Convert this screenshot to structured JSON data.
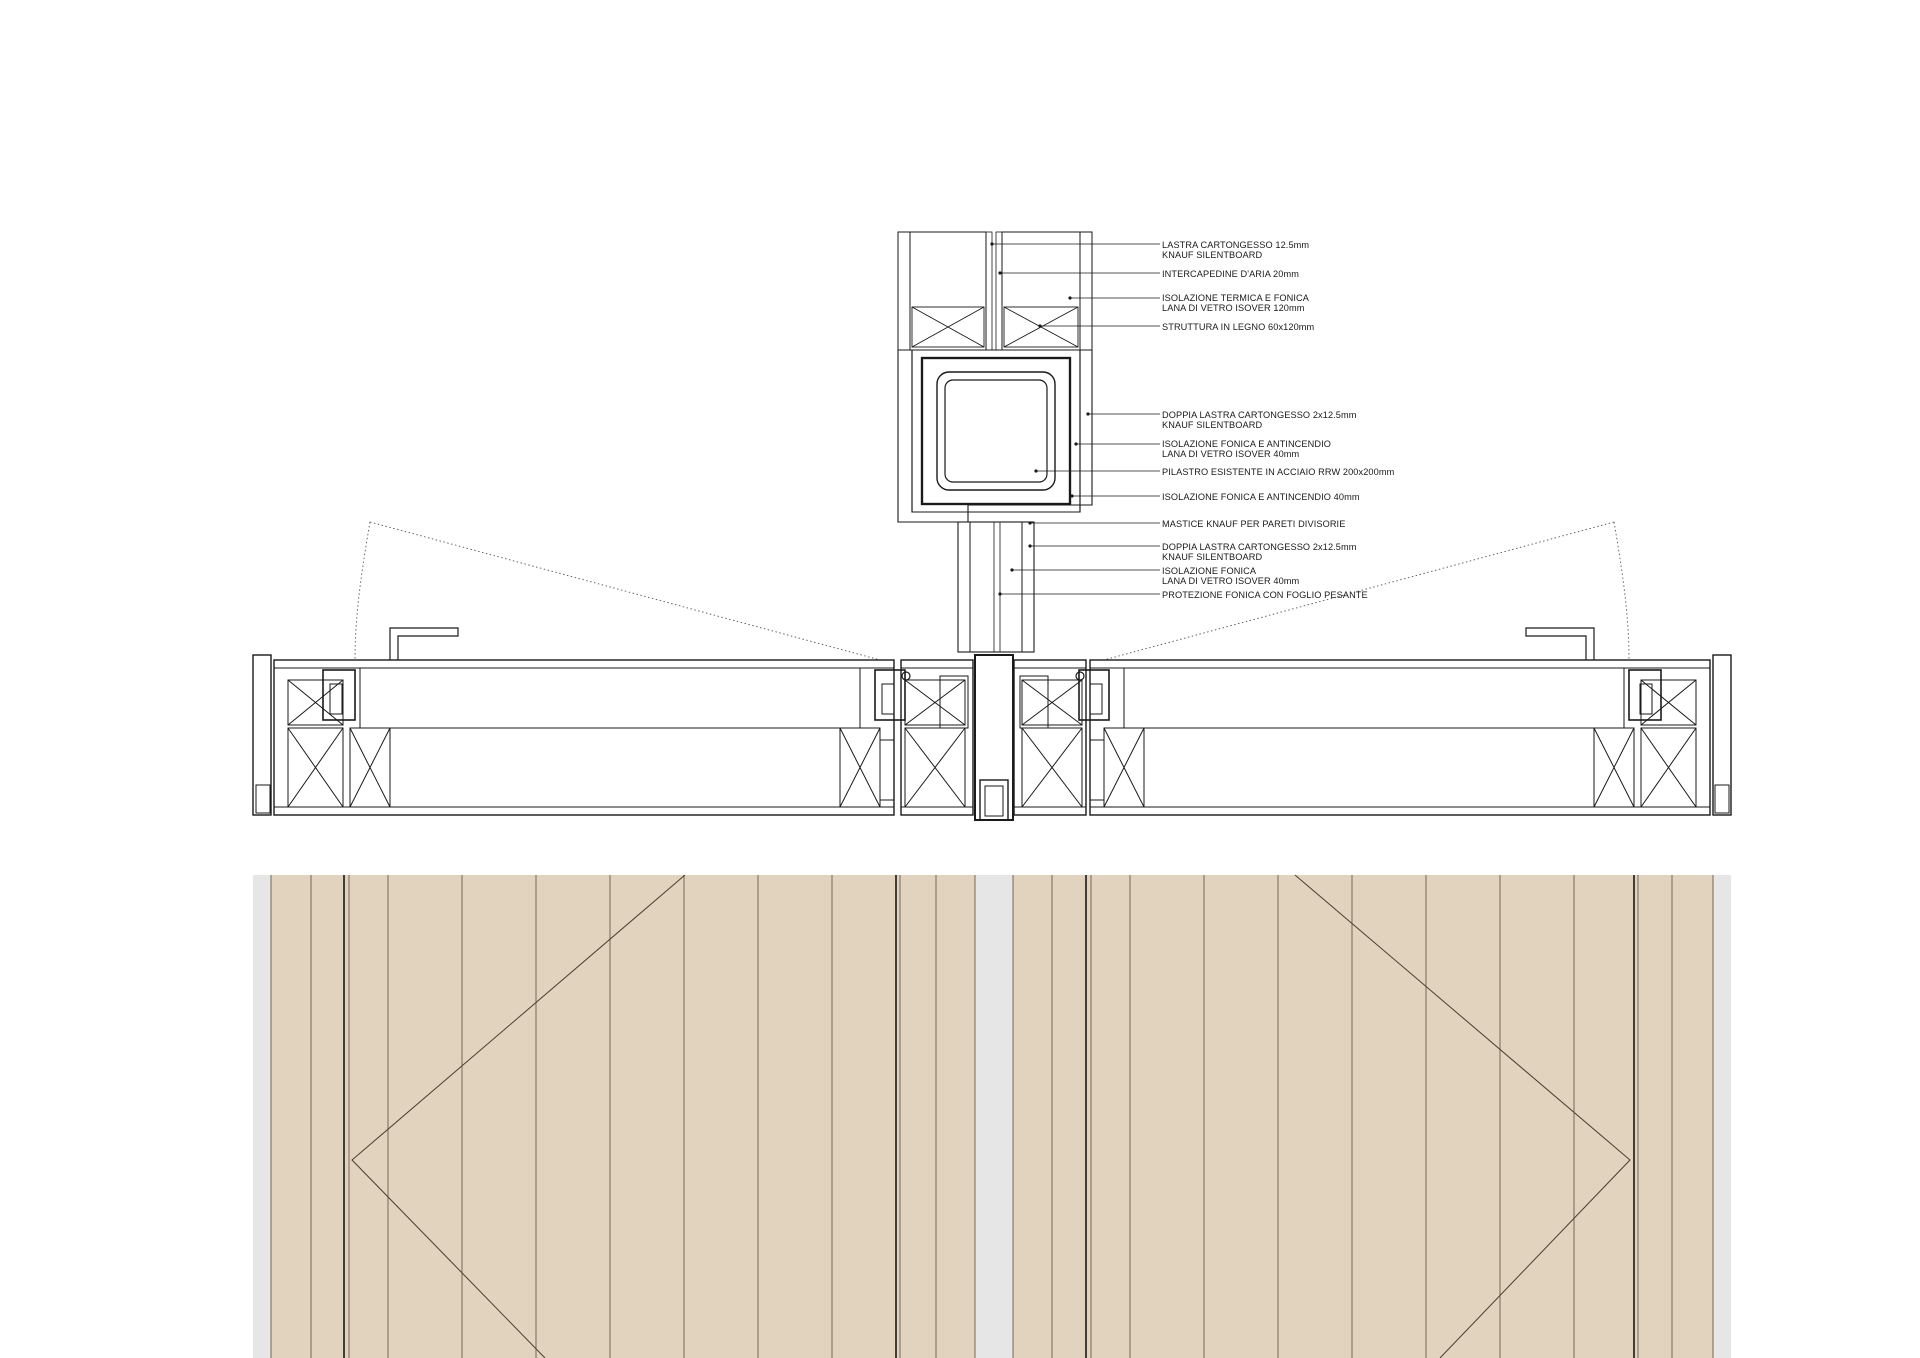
{
  "drawing": {
    "colors": {
      "ink": "#1a1a1a",
      "wood_panel": "#e2d3bf",
      "wood_line": "#6b5a48",
      "frame_gray": "#e6e6e6",
      "steel_fill": "#555555"
    },
    "annotations": [
      {
        "id": "a1",
        "lines": [
          "LASTRA CARTONGESSO 12.5mm",
          "KNAUF SILENTBOARD"
        ]
      },
      {
        "id": "a2",
        "lines": [
          "INTERCAPEDINE D'ARIA 20mm"
        ]
      },
      {
        "id": "a3",
        "lines": [
          "ISOLAZIONE TERMICA E FONICA",
          "LANA DI VETRO ISOVER 120mm"
        ]
      },
      {
        "id": "a4",
        "lines": [
          "STRUTTURA IN LEGNO 60x120mm"
        ]
      },
      {
        "id": "a5",
        "lines": [
          "DOPPIA LASTRA CARTONGESSO 2x12.5mm",
          "KNAUF SILENTBOARD"
        ]
      },
      {
        "id": "a6",
        "lines": [
          "ISOLAZIONE FONICA E ANTINCENDIO",
          "LANA DI VETRO ISOVER 40mm"
        ]
      },
      {
        "id": "a7",
        "lines": [
          "PILASTRO ESISTENTE IN ACCIAIO RRW 200x200mm"
        ]
      },
      {
        "id": "a8",
        "lines": [
          "ISOLAZIONE FONICA E ANTINCENDIO 40mm"
        ]
      },
      {
        "id": "a9",
        "lines": [
          "MASTICE KNAUF PER PARETI DIVISORIE"
        ]
      },
      {
        "id": "a10",
        "lines": [
          "DOPPIA LASTRA CARTONGESSO 2x12.5mm",
          "KNAUF SILENTBOARD"
        ]
      },
      {
        "id": "a11",
        "lines": [
          "ISOLAZIONE FONICA",
          "LANA DI VETRO ISOVER 40mm"
        ]
      },
      {
        "id": "a12",
        "lines": [
          "PROTEZIONE FONICA CON FOGLIO PESANTE"
        ]
      }
    ]
  }
}
